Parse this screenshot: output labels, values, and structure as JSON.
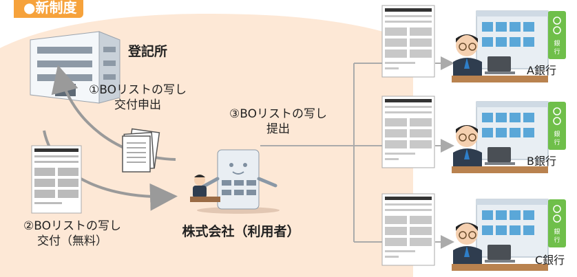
{
  "tag": "●新制度",
  "registry": {
    "label": "登記所"
  },
  "steps": {
    "step1": [
      "①BOリストの写し",
      "交付申出"
    ],
    "step2": [
      "②BOリストの写し",
      "交付（無料）"
    ],
    "step3": [
      "③BOリストの写し",
      "提出"
    ]
  },
  "company": {
    "label": "株式会社（利用者）"
  },
  "banks": [
    {
      "label": "A銀行",
      "sign": "〇〇銀行"
    },
    {
      "label": "B銀行",
      "sign": "〇〇銀行"
    },
    {
      "label": "C銀行",
      "sign": "〇〇銀行"
    }
  ],
  "colors": {
    "tag": "#f6a23b",
    "blob": "#fde8d6",
    "arrow": "#9a9a9a",
    "bank_green": "#6fbf4a"
  }
}
